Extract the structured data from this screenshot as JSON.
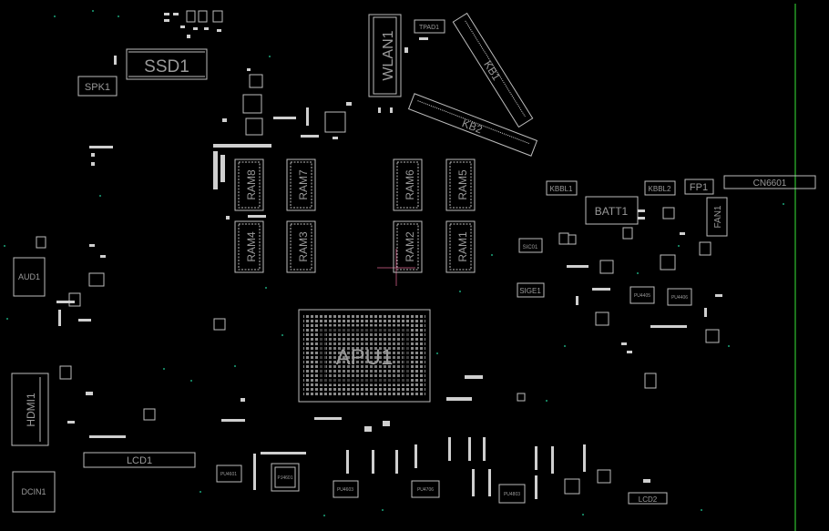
{
  "labels": {
    "ssd": "SSD1",
    "spk": "SPK1",
    "wlan": "WLAN1",
    "tpad": "TPAD1",
    "kb1": "KB1",
    "kb2": "KB2",
    "ram8": "RAM8",
    "ram7": "RAM7",
    "ram6": "RAM6",
    "ram5": "RAM5",
    "ram4": "RAM4",
    "ram3": "RAM3",
    "ram2": "RAM2",
    "ram1": "RAM1",
    "kbbl1": "KBBL1",
    "kbbl2": "KBBL2",
    "fp1": "FP1",
    "cn6601": "CN6601",
    "batt": "BATT1",
    "fan": "FAN1",
    "sic": "SIC01",
    "sige": "SIGE1",
    "aud": "AUD1",
    "hdmi": "HDMI1",
    "apu": "APU1",
    "lcd1": "LCD1",
    "lcd2": "LCD2",
    "dcin": "DCIN1",
    "pu4601": "PU4601",
    "pj4601": "PJ4601",
    "pu4603": "PU4603",
    "pu4706": "PU4706",
    "pu4803": "PU4803",
    "pu4405": "PU4405",
    "pu4406": "PU4406"
  }
}
